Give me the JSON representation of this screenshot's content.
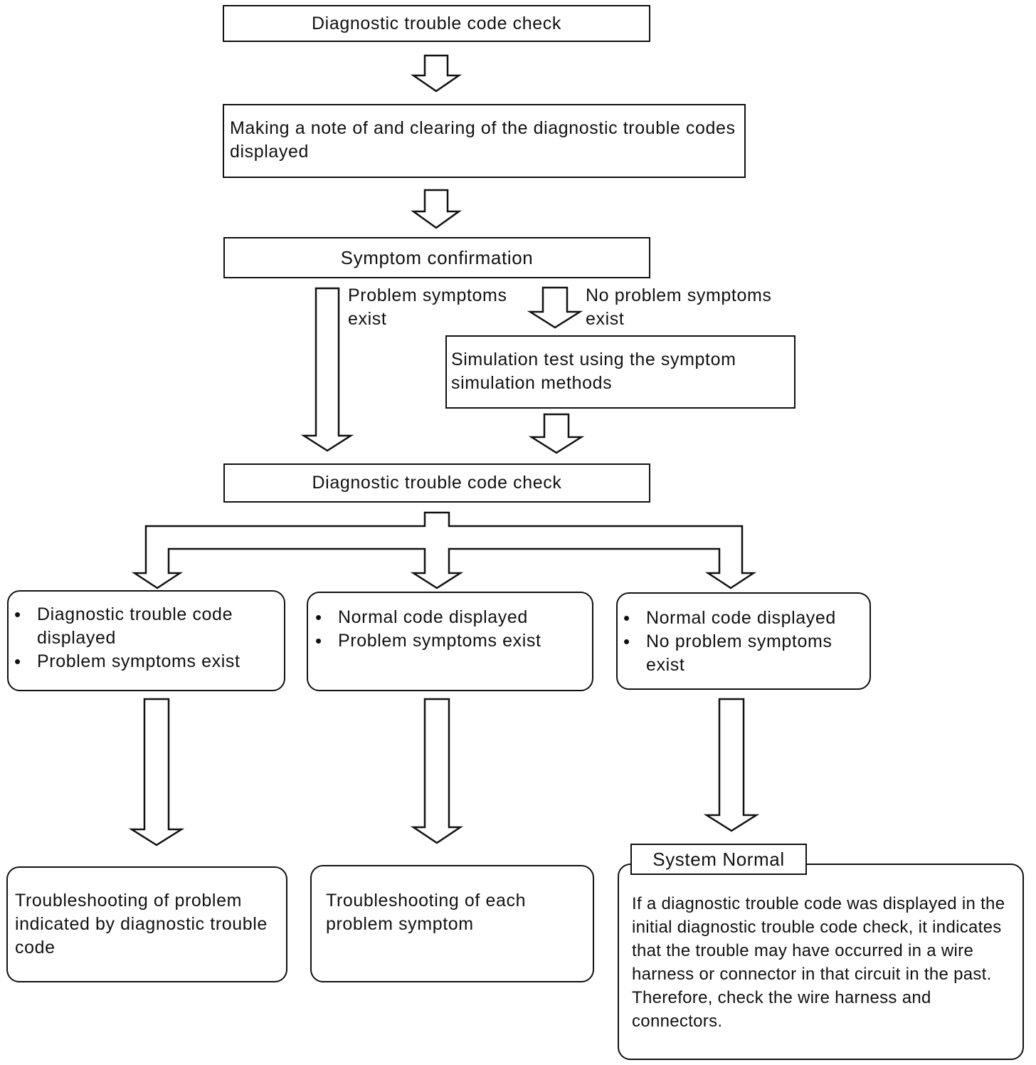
{
  "flow": {
    "step1": "Diagnostic trouble code check",
    "step2": "Making a note of and clearing of the diagnostic trouble codes displayed",
    "step3": "Symptom confirmation",
    "branch_yes_label": "Problem symptoms exist",
    "branch_no_label": "No problem symptoms exist",
    "simulation": "Simulation test using the symptom simulation methods",
    "step4": "Diagnostic trouble code check"
  },
  "cases": {
    "case1": [
      "Diagnostic trouble code displayed",
      "Problem symptoms exist"
    ],
    "case2": [
      "Normal code displayed",
      "Problem symptoms exist"
    ],
    "case3": [
      "Normal code displayed",
      "No problem symptoms exist"
    ]
  },
  "results": {
    "result1": "Troubleshooting of problem indicated by diagnostic trouble code",
    "result2": "Troubleshooting of each problem symptom",
    "result3_title": "System Normal",
    "result3_body": "If a diagnostic trouble code was displayed in the initial diagnostic trouble code check, it indicates that the trouble may have occurred in a wire harness or connector in that circuit in the past. Therefore, check the wire harness and connectors."
  }
}
